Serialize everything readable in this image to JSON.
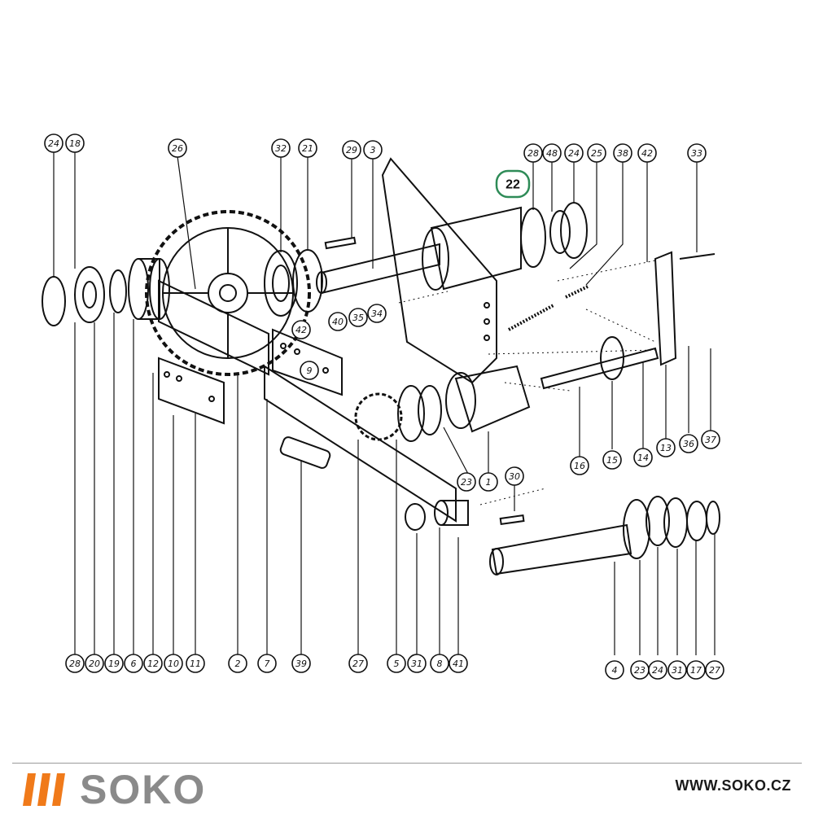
{
  "brand": {
    "name": "SOKO",
    "url": "WWW.SOKO.CZ",
    "accent_color": "#f07a1a",
    "text_color": "#8a8a8a"
  },
  "diagram": {
    "highlight": {
      "label": "22",
      "color": "#2e8b57"
    },
    "top_callouts": [
      "24",
      "18",
      "26",
      "32",
      "21",
      "29",
      "3",
      "28",
      "48",
      "24",
      "25",
      "38",
      "42",
      "33"
    ],
    "middle_callouts": [
      "9",
      "42",
      "40",
      "35",
      "34",
      "30"
    ],
    "right_callouts": [
      "16",
      "15",
      "14",
      "13",
      "36",
      "37",
      "23",
      "1"
    ],
    "bottom_callouts_left": [
      "28",
      "20",
      "19",
      "6",
      "12",
      "10",
      "11",
      "2",
      "7",
      "39",
      "27",
      "5",
      "31",
      "8",
      "41"
    ],
    "bottom_callouts_right": [
      "4",
      "23",
      "24",
      "31",
      "17",
      "27"
    ]
  }
}
